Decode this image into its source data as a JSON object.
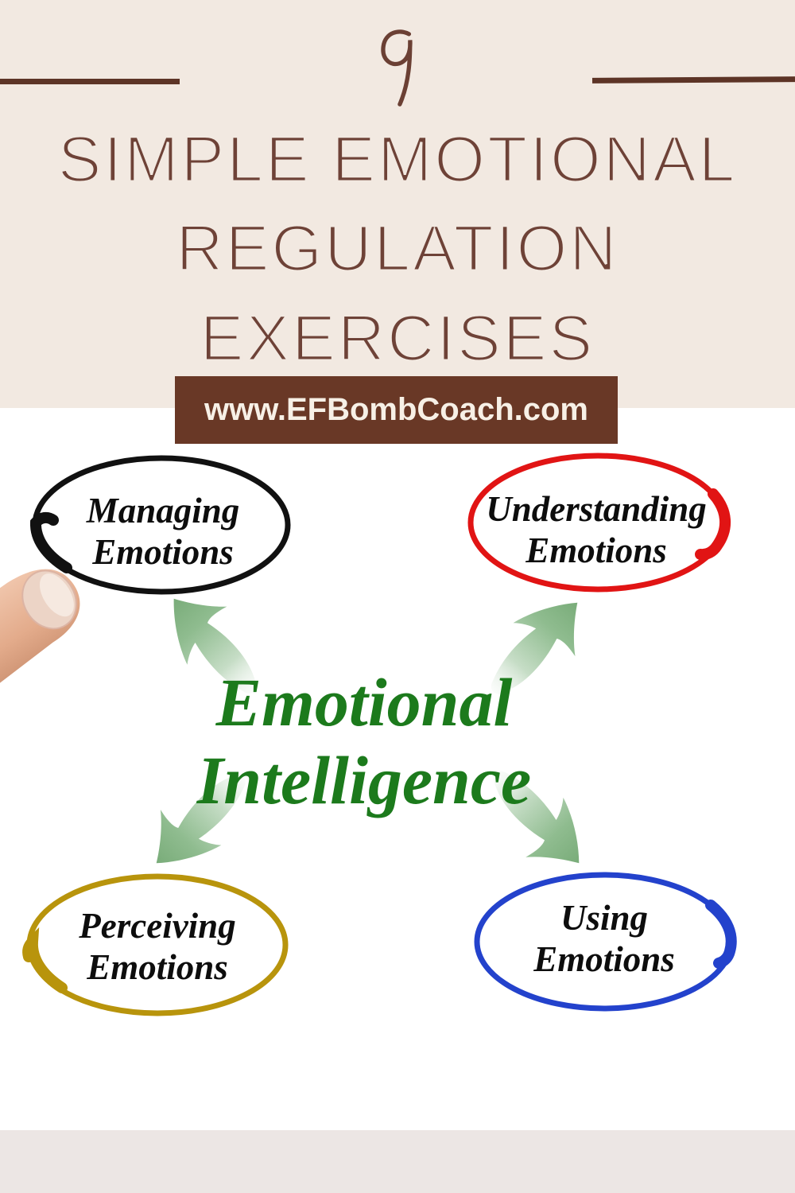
{
  "header": {
    "number": "9",
    "title_lines": [
      "SIMPLE EMOTIONAL",
      "REGULATION",
      "EXERCISES"
    ],
    "website": "www.EFBombCoach.com",
    "colors": {
      "background": "#f2e9e1",
      "title_text": "#6e4237",
      "rule": "#5d3426",
      "banner_background": "#693826",
      "banner_text": "#f7f0e6"
    }
  },
  "diagram": {
    "center": {
      "line1": "Emotional",
      "line2": "Intelligence",
      "color": "#1c7a1c"
    },
    "nodes": [
      {
        "id": "managing-emotions",
        "line1": "Managing",
        "line2": "Emotions",
        "color": "#111111",
        "position": "top-left"
      },
      {
        "id": "understanding-emotions",
        "line1": "Understanding",
        "line2": "Emotions",
        "color": "#e11414",
        "position": "top-right"
      },
      {
        "id": "perceiving-emotions",
        "line1": "Perceiving",
        "line2": "Emotions",
        "color": "#b8940c",
        "position": "bottom-left"
      },
      {
        "id": "using-emotions",
        "line1": "Using",
        "line2": "Emotions",
        "color": "#2342cc",
        "position": "bottom-right"
      }
    ],
    "arrow_color": "#79ac79",
    "text_color": "#0d0d0d"
  },
  "footer": {
    "color": "#ece6e4"
  }
}
